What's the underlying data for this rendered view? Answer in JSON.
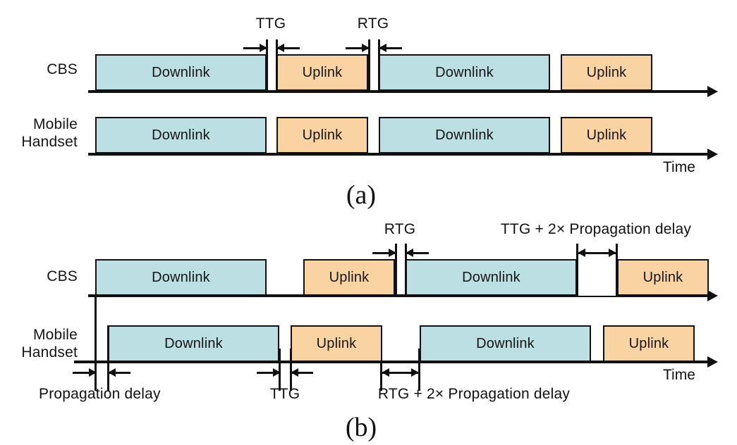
{
  "figure": {
    "title_a": "(a)",
    "title_b": "(b)",
    "time_axis_label": "Time",
    "colors": {
      "downlink_fill": "#bcdfe4",
      "uplink_fill": "#fad3a3",
      "gap_fill": "#ffffff",
      "stroke": "#111111",
      "background": "#ffffff"
    }
  },
  "panel_a": {
    "caption": "(a)",
    "time_label": "Time",
    "rows": [
      {
        "label": "CBS",
        "blocks": [
          {
            "type": "downlink",
            "label": "Downlink"
          },
          {
            "type": "uplink",
            "label": "Uplink"
          },
          {
            "type": "downlink",
            "label": "Downlink"
          },
          {
            "type": "uplink",
            "label": "Uplink"
          }
        ]
      },
      {
        "label": "Mobile\nHandset",
        "blocks": [
          {
            "type": "downlink",
            "label": "Downlink"
          },
          {
            "type": "uplink",
            "label": "Uplink"
          },
          {
            "type": "downlink",
            "label": "Downlink"
          },
          {
            "type": "uplink",
            "label": "Uplink"
          }
        ]
      }
    ],
    "annotations": [
      {
        "name": "ttg",
        "text": "TTG"
      },
      {
        "name": "rtg",
        "text": "RTG"
      }
    ]
  },
  "panel_b": {
    "caption": "(b)",
    "time_label": "Time",
    "rows": [
      {
        "label": "CBS",
        "blocks": [
          {
            "type": "downlink",
            "label": "Downlink"
          },
          {
            "type": "uplink",
            "label": "Uplink"
          },
          {
            "type": "downlink",
            "label": "Downlink"
          },
          {
            "type": "uplink",
            "label": "Uplink"
          }
        ]
      },
      {
        "label": "Mobile\nHandset",
        "blocks": [
          {
            "type": "downlink",
            "label": "Downlink"
          },
          {
            "type": "uplink",
            "label": "Uplink"
          },
          {
            "type": "downlink",
            "label": "Downlink"
          },
          {
            "type": "uplink",
            "label": "Uplink"
          }
        ]
      }
    ],
    "annotations": [
      {
        "name": "rtg",
        "text": "RTG"
      },
      {
        "name": "ttg-plus-2x-prop",
        "text": "TTG + 2× Propagation delay"
      },
      {
        "name": "propagation-delay",
        "text": "Propagation delay"
      },
      {
        "name": "ttg",
        "text": "TTG"
      },
      {
        "name": "rtg-plus-2x-prop",
        "text": "RTG + 2× Propagation delay"
      }
    ]
  }
}
